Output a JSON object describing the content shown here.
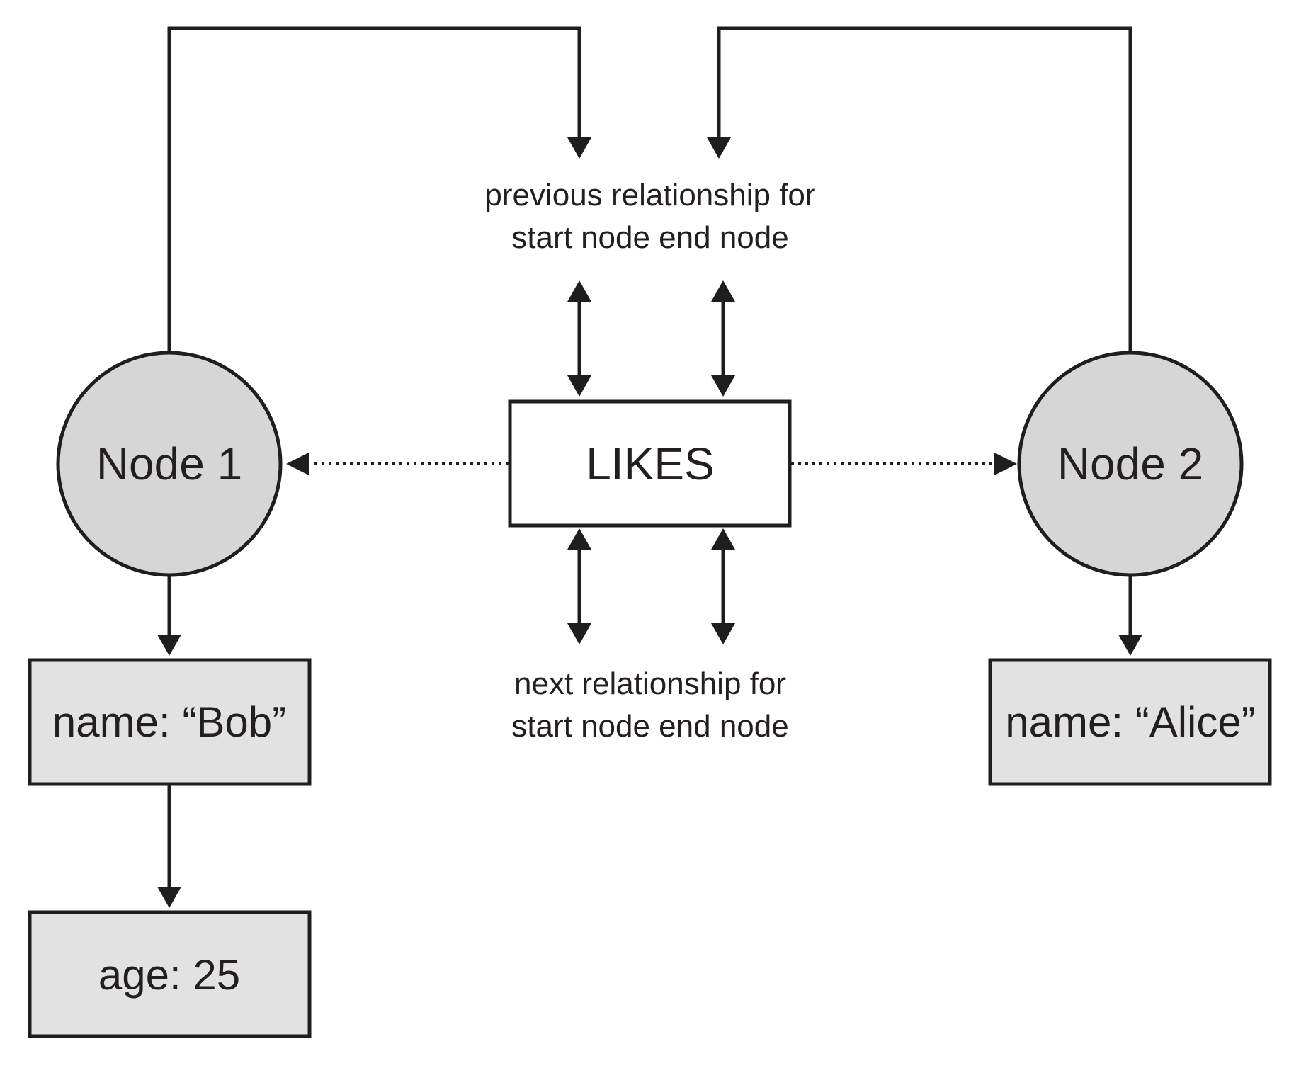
{
  "nodes": {
    "node1": {
      "label": "Node 1"
    },
    "node2": {
      "label": "Node 2"
    }
  },
  "relationship": {
    "label": "LIKES"
  },
  "properties": {
    "bob_name": "name: “Bob”",
    "bob_age": "age: 25",
    "alice_name": "name: “Alice”"
  },
  "notes": {
    "previous_line1": "previous relationship for",
    "previous_line2": "start node end node",
    "next_line1": "next relationship for",
    "next_line2": "start node end node"
  },
  "colors": {
    "node_fill": "#d6d6d6",
    "property_fill": "#e2e2e2",
    "relationship_fill": "#ffffff",
    "line": "#1e1e1e",
    "text": "#231f20"
  }
}
